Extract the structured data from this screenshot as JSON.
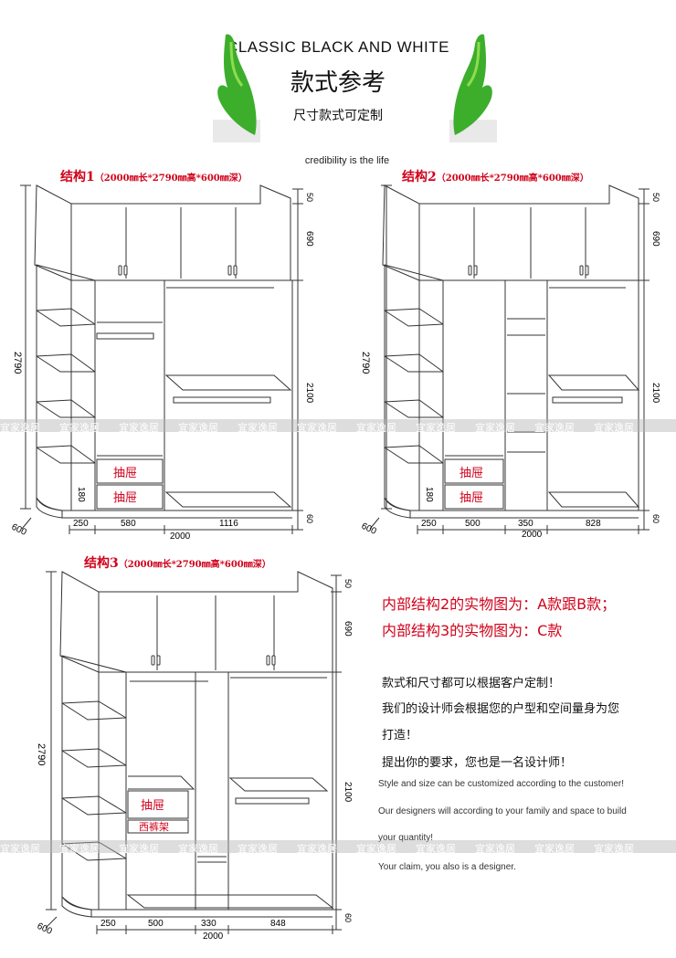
{
  "header": {
    "title_en": "CLASSIC BLACK AND WHITE",
    "title_zh": "款式参考",
    "subtitle": "尺寸款式可定制",
    "tagline": "credibility is the life"
  },
  "colors": {
    "accent_red": "#d0021b",
    "line": "#333333",
    "hand_green": "#3cae2c"
  },
  "icons": [
    "green-hand-left-icon",
    "green-hand-right-icon"
  ],
  "structures": [
    {
      "title": "结构1",
      "spec": "（2000㎜长*2790㎜高*600㎜深）",
      "height_total": "2790",
      "top_height": "690",
      "top_gap": "50",
      "body_height": "2100",
      "base_height": "60",
      "drawer_height": "180",
      "depth": "600",
      "width_total": "2000",
      "widths": [
        "250",
        "580",
        "1116"
      ],
      "drawers": [
        "抽屉",
        "抽屉"
      ]
    },
    {
      "title": "结构2",
      "spec": "（2000㎜长*2790㎜高*600㎜深）",
      "height_total": "2790",
      "top_height": "690",
      "top_gap": "50",
      "body_height": "2100",
      "base_height": "60",
      "drawer_height": "180",
      "depth": "600",
      "width_total": "2000",
      "widths": [
        "250",
        "500",
        "350",
        "828"
      ],
      "drawers": [
        "抽屉",
        "抽屉"
      ]
    },
    {
      "title": "结构3",
      "spec": "（2000㎜长*2790㎜高*600㎜深）",
      "height_total": "2790",
      "top_height": "690",
      "top_gap": "50",
      "body_height": "2100",
      "base_height": "60",
      "depth": "600",
      "width_total": "2000",
      "widths": [
        "250",
        "500",
        "330",
        "848"
      ],
      "drawers": [
        "抽屉"
      ],
      "pants_rack": "西裤架"
    }
  ],
  "watermark": "宜家逸居",
  "notes_red": [
    "内部结构2的实物图为：A款跟B款；",
    "内部结构3的实物图为：C款"
  ],
  "notes_zh": [
    "款式和尺寸都可以根据客户定制！",
    "我们的设计师会根据您的户型和空间量身为您",
    "打造！",
    "提出你的要求，您也是一名设计师！"
  ],
  "notes_en": [
    "Style and size can be customized according to the customer!",
    "Our designers will according to your family and space to build",
    "your quantity!",
    "Your claim, you also is a designer."
  ]
}
